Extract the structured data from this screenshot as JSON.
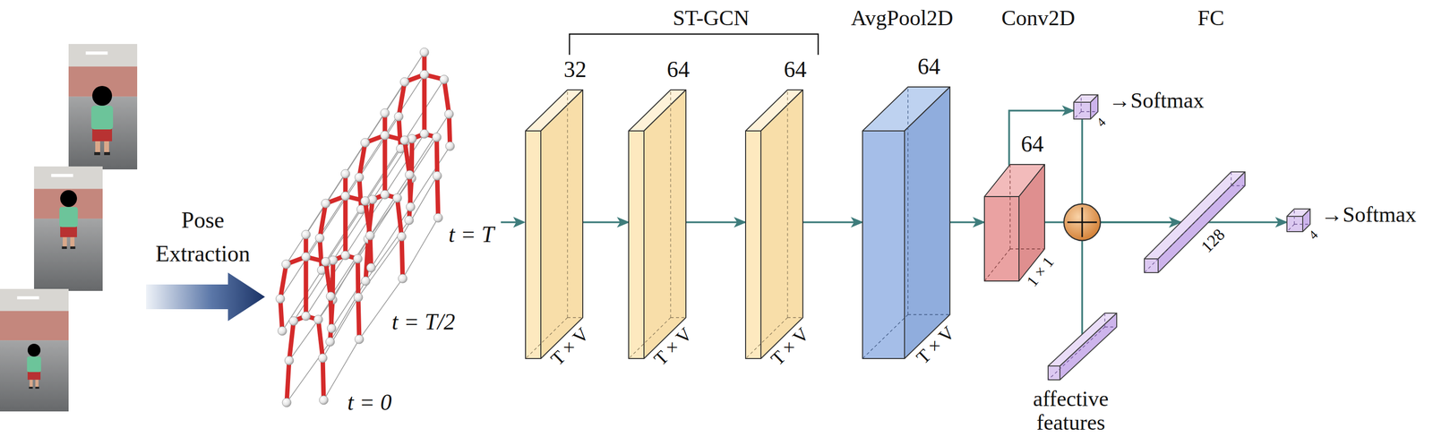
{
  "diagram": {
    "nodes": [
      {
        "text": [
          "32",
          "T × V"
        ]
      },
      {
        "text": [
          "64",
          "T × V"
        ]
      },
      {
        "text": [
          "64",
          "T × V"
        ]
      },
      {
        "text": [
          "64",
          "T × V"
        ]
      },
      {
        "text": [
          "64",
          "1 × 1"
        ]
      },
      {
        "text": [
          "4",
          "→Softmax"
        ]
      },
      {
        "text": [
          "affective features"
        ]
      },
      {
        "text": [
          "128"
        ]
      },
      {
        "text": [
          "4",
          "→Softmax"
        ]
      }
    ],
    "edges": [
      {
        "from": 0,
        "to": 1,
        "arrow": "to"
      },
      {
        "from": 1,
        "to": 2,
        "arrow": "to"
      },
      {
        "from": 2,
        "to": 3,
        "arrow": "to"
      },
      {
        "from": 3,
        "to": 4,
        "arrow": "to"
      },
      {
        "from": 4,
        "to": 5,
        "arrow": "to"
      },
      {
        "from": 4,
        "to": 7,
        "arrow": "to"
      },
      {
        "from": 5,
        "to": 7,
        "arrow": "to"
      },
      {
        "from": 6,
        "to": 7,
        "arrow": "to"
      },
      {
        "from": 7,
        "to": 8,
        "arrow": "to"
      }
    ],
    "labels": [
      "ST-GCN",
      "AvgPool2D",
      "Conv2D",
      "FC",
      "Pose Extraction",
      "t = T",
      "t = T/2",
      "t = 0"
    ]
  }
}
